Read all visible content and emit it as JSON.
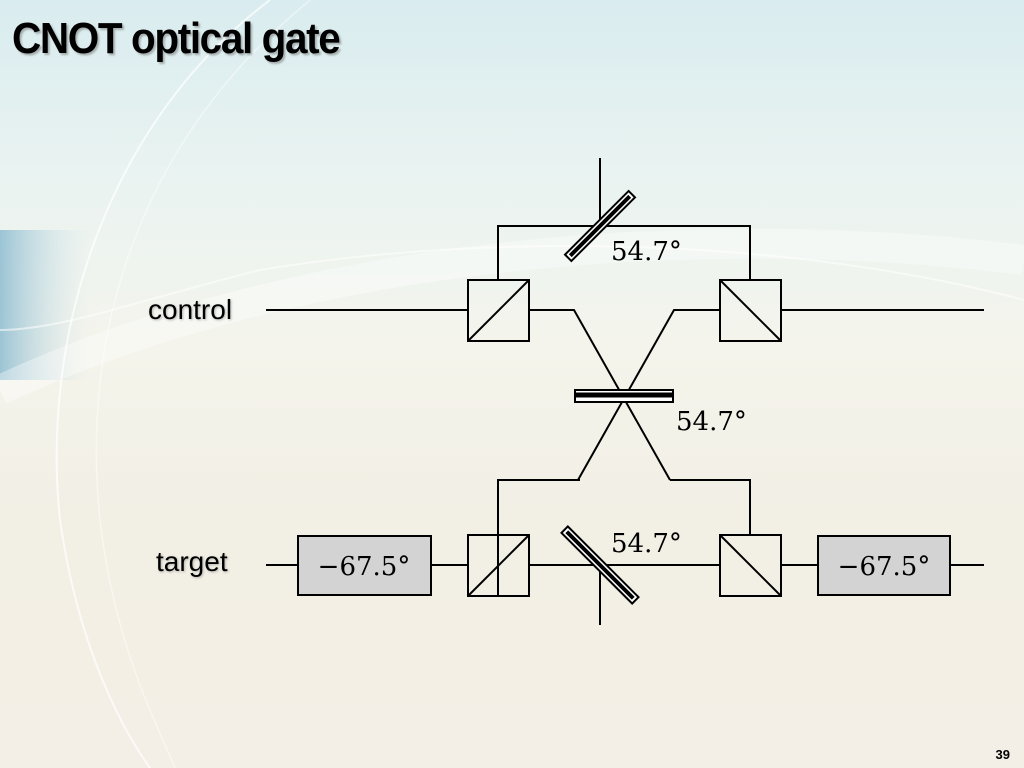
{
  "slide": {
    "title": "CNOT optical gate",
    "page_number": "39"
  },
  "diagram": {
    "control_label": "control",
    "target_label": "target",
    "top_plate_angle": "54.7°",
    "middle_plate_angle": "54.7°",
    "bottom_plate_angle": "54.7°",
    "left_target_plate_angle": "−67.5°",
    "right_target_plate_angle": "−67.5°"
  },
  "colors": {
    "wave_plate_box_fill": "#d3d3d3",
    "line": "#000000"
  }
}
